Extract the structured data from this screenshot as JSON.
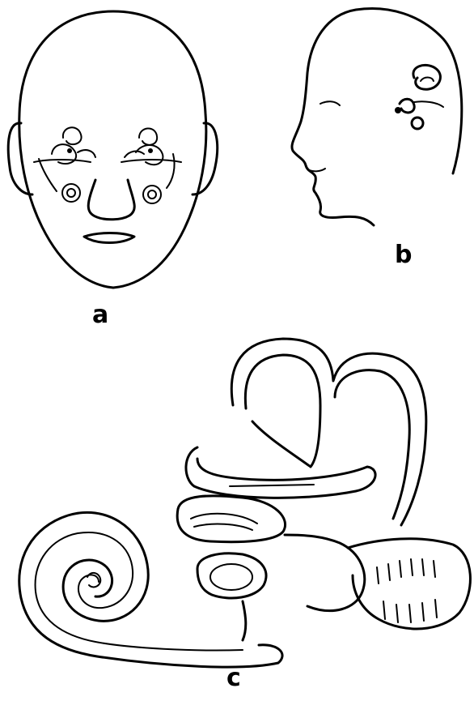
{
  "labels": {
    "a": "a",
    "b": "b",
    "c": "c"
  },
  "colors": {
    "ink": "#000000",
    "background": "#ffffff"
  }
}
